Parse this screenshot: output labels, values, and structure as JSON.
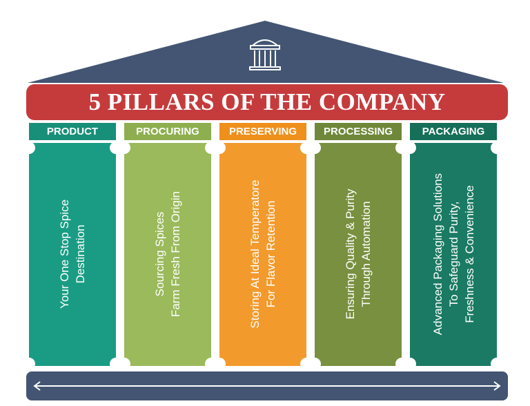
{
  "title": "5 PILLARS OF THE COMPANY",
  "colors": {
    "roof": "#435573",
    "banner": "#c53b3c",
    "base": "#435573",
    "icon": "#ffffff"
  },
  "icon": "building-columns-icon",
  "pillars": [
    {
      "label": "PRODUCT",
      "description": "Your One Stop Spice\nDestination",
      "color": "#1a9c84",
      "cap_color": "#188f79"
    },
    {
      "label": "PROCURING",
      "description": "Sourcing Spices\nFarm Fresh From Origin",
      "color": "#9aba5c",
      "cap_color": "#8daf4f"
    },
    {
      "label": "PRESERVING",
      "description": "Storing At Ideal Temperatore\nFor Flavor Retention",
      "color": "#f39a2c",
      "cap_color": "#ef8f1c"
    },
    {
      "label": "PROCESSING",
      "description": "Ensuring Quality & Purity\nThrough Automation",
      "color": "#78903f",
      "cap_color": "#6f8739"
    },
    {
      "label": "PACKAGING",
      "description": "Advanced Packaging Solutions\nTo Safeguard Purity,\nFreshness & Convenience",
      "color": "#1b7a63",
      "cap_color": "#166f59"
    }
  ]
}
